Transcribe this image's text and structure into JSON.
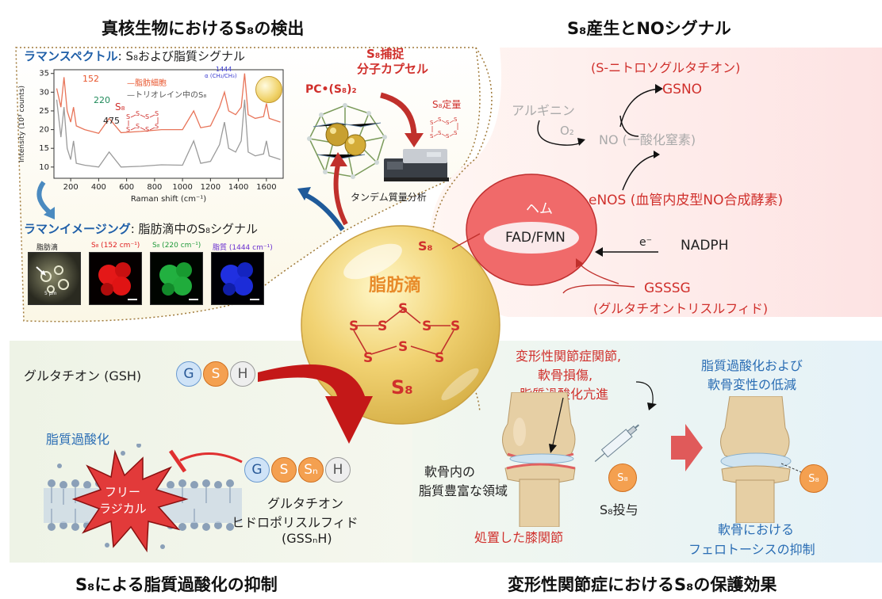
{
  "titles": {
    "top_left": "真核生物におけるS₈の検出",
    "top_right": "S₈産生とNOシグナル",
    "bottom_left": "S₈による脂質過酸化の抑制",
    "bottom_right": "変形性関節症におけるS₈の保護効果"
  },
  "raman": {
    "heading_bold": "ラマンスペクトル",
    "heading_rest": ": S₈および脂質シグナル",
    "ylabel": "Intensity (10³ counts)",
    "xlabel": "Raman shift (cm⁻¹)",
    "peak_152": "152",
    "peak_220": "220",
    "peak_475": "475",
    "peak_1444": "1444",
    "peak_1444_sub": "α (CH₂/CH₃)",
    "s8_label": "S₈",
    "legend_red": "—脂肪細胞",
    "legend_gray": "—トリオレイン中のS₈"
  },
  "chart_data": {
    "type": "line",
    "xlabel": "Raman shift (cm⁻¹)",
    "ylabel": "Intensity (10³ counts)",
    "xlim": [
      80,
      1720
    ],
    "ylim": [
      7,
      36
    ],
    "xticks": [
      200,
      400,
      600,
      800,
      1000,
      1200,
      1400,
      1600
    ],
    "yticks": [
      10,
      15,
      20,
      25,
      30,
      35
    ],
    "series": [
      {
        "name": "脂肪細胞",
        "color": "#e8755a",
        "x": [
          100,
          130,
          152,
          175,
          200,
          220,
          240,
          300,
          400,
          475,
          560,
          700,
          850,
          1000,
          1080,
          1130,
          1200,
          1265,
          1300,
          1330,
          1380,
          1420,
          1444,
          1470,
          1520,
          1580,
          1600,
          1620,
          1660,
          1700
        ],
        "y": [
          31,
          26,
          34,
          25,
          22,
          26,
          21,
          20,
          19,
          23,
          19.2,
          19.5,
          20,
          20,
          25,
          20.5,
          21,
          26,
          30,
          25,
          24,
          26,
          35,
          24,
          23,
          23.5,
          27,
          23,
          22.5,
          22
        ]
      },
      {
        "name": "トリオレイン中のS₈",
        "color": "#9b9b9b",
        "x": [
          100,
          130,
          152,
          175,
          200,
          220,
          240,
          300,
          400,
          475,
          560,
          700,
          850,
          1000,
          1080,
          1130,
          1200,
          1265,
          1300,
          1330,
          1380,
          1420,
          1444,
          1470,
          1520,
          1580,
          1600,
          1620,
          1660,
          1700
        ],
        "y": [
          28,
          18,
          26,
          15,
          12,
          17,
          11,
          10.5,
          10,
          14,
          10,
          10.2,
          10.6,
          10.5,
          17,
          11,
          11.5,
          16,
          22,
          15,
          14,
          17,
          28,
          14,
          13,
          13.5,
          17,
          13,
          12.5,
          12
        ]
      }
    ]
  },
  "raman_imaging": {
    "heading_bold": "ラマンイメージング",
    "heading_rest": ": 脂肪滴中のS₈シグナル",
    "images": [
      {
        "label": "脂肪滴",
        "color": "#000000"
      },
      {
        "label": "S₈ (152 cm⁻¹)",
        "color": "#e02020"
      },
      {
        "label": "S₈ (220 cm⁻¹)",
        "color": "#1f9a3a"
      },
      {
        "label": "脂質 (1444 cm⁻¹)",
        "color": "#6a2fd0"
      }
    ],
    "scale_text": "5 μm"
  },
  "capsule": {
    "title_line1": "S₈捕捉",
    "title_line2": "分子カプセル",
    "complex": "PC•(S₈)₂",
    "quant": "S₈定量",
    "ms": "タンデム質量分析"
  },
  "droplet": {
    "s8_small": "S₈",
    "name": "脂肪滴",
    "s8_big": "S₈",
    "atom": "S"
  },
  "no_signal": {
    "gsno_paren": "(S-ニトロソグルタチオン)",
    "gsno": "GSNO",
    "arginine": "アルギニン",
    "o2": "O₂",
    "no": "NO (一酸化窒素)",
    "heme": "ヘム",
    "fad": "FAD/FMN",
    "enos": "eNOS (血管内皮型NO合成酵素)",
    "electron": "e⁻",
    "nadph": "NADPH",
    "gsssg": "GSSSG",
    "gsssg_name": "(グルタチオントリスルフィド)"
  },
  "lipid": {
    "gsh_label": "グルタチオン (GSH)",
    "gsh_G": "G",
    "gsh_S": "S",
    "gsh_H": "H",
    "peroxidation": "脂質過酸化",
    "radical_line1": "フリー",
    "radical_line2": "ラジカル",
    "gssnh_G": "G",
    "gssnh_S": "S",
    "gssnh_Sn": "Sₙ",
    "gssnh_H": "H",
    "poly_line1": "グルタチオン",
    "poly_line2": "ヒドロポリスルフィド",
    "poly_line3": "(GSSₙH)"
  },
  "oa": {
    "disease_line1": "変形性関節症関節,",
    "disease_line2": "軟骨損傷,",
    "disease_line3": "脂質過酸化亢進",
    "cartilage_line1": "軟骨内の",
    "cartilage_line2": "脂質豊富な領域",
    "treated": "処置した膝関節",
    "s8_circle": "S₈",
    "s8_admin": "S₈投与",
    "reduced_line1": "脂質過酸化および",
    "reduced_line2": "軟骨変性の低減",
    "ferro_line1": "軟骨における",
    "ferro_line2": "フェロトーシスの抑制",
    "s8_circle2": "S₈"
  },
  "colors": {
    "red_text": "#d0302c",
    "blue_text": "#2a6db4",
    "orange": "#e88b2a",
    "droplet": "#f3d57a",
    "enos_fill": "#f06a6a"
  }
}
